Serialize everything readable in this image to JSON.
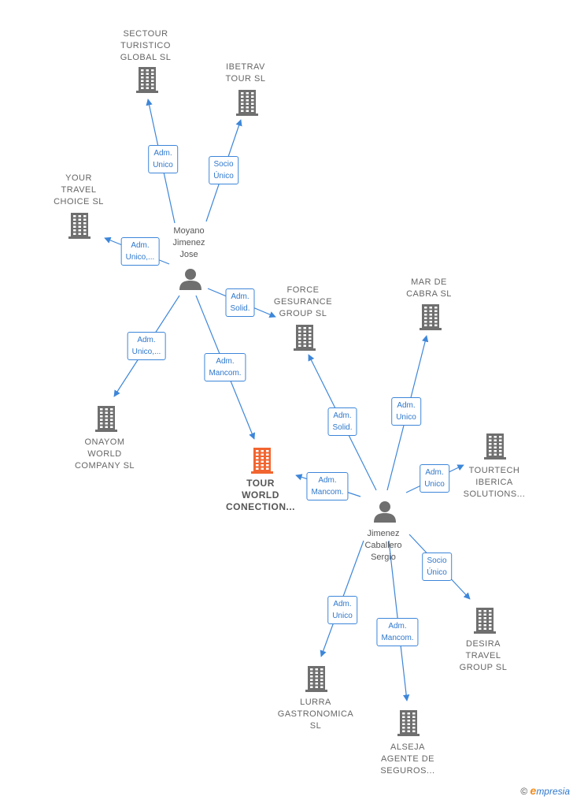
{
  "colors": {
    "edge": "#3d86d9",
    "building": "#6f6f6f",
    "focus_building": "#f26530",
    "person": "#6f6f6f"
  },
  "people": [
    {
      "id": "moyano",
      "name": "Moyano\nJimenez\nJose"
    },
    {
      "id": "jimenez",
      "name": "Jimenez\nCaballero\nSergio"
    }
  ],
  "companies": [
    {
      "id": "sectour",
      "name": "SECTOUR\nTURISTICO\nGLOBAL  SL"
    },
    {
      "id": "ibetrav",
      "name": "IBETRAV\nTOUR SL"
    },
    {
      "id": "yourtravel",
      "name": "YOUR\nTRAVEL\nCHOICE  SL"
    },
    {
      "id": "force",
      "name": "FORCE\nGESURANCE\nGROUP  SL"
    },
    {
      "id": "marcabra",
      "name": "MAR DE\nCABRA  SL"
    },
    {
      "id": "onayom",
      "name": "ONAYOM\nWORLD\nCOMPANY  SL"
    },
    {
      "id": "tourworld",
      "name": "TOUR\nWORLD\nCONECTION...",
      "focus": true
    },
    {
      "id": "tourtech",
      "name": "TOURTECH\nIBERICA\nSOLUTIONS..."
    },
    {
      "id": "desira",
      "name": "DESIRA\nTRAVEL\nGROUP  SL"
    },
    {
      "id": "lurra",
      "name": "LURRA\nGASTRONOMICA\nSL"
    },
    {
      "id": "alseja",
      "name": "ALSEJA\nAGENTE DE\nSEGUROS..."
    }
  ],
  "relations": [
    {
      "from": "moyano",
      "to": "sectour",
      "label": "Adm.\nUnico"
    },
    {
      "from": "moyano",
      "to": "ibetrav",
      "label": "Socio\nÚnico"
    },
    {
      "from": "moyano",
      "to": "yourtravel",
      "label": "Adm.\nUnico,..."
    },
    {
      "from": "moyano",
      "to": "force",
      "label": "Adm.\nSolid."
    },
    {
      "from": "moyano",
      "to": "onayom",
      "label": "Adm.\nUnico,..."
    },
    {
      "from": "moyano",
      "to": "tourworld",
      "label": "Adm.\nMancom."
    },
    {
      "from": "jimenez",
      "to": "force",
      "label": "Adm.\nSolid."
    },
    {
      "from": "jimenez",
      "to": "marcabra",
      "label": "Adm.\nUnico"
    },
    {
      "from": "jimenez",
      "to": "tourtech",
      "label": "Adm.\nUnico"
    },
    {
      "from": "jimenez",
      "to": "tourworld",
      "label": "Adm.\nMancom."
    },
    {
      "from": "jimenez",
      "to": "desira",
      "label": "Socio\nÚnico"
    },
    {
      "from": "jimenez",
      "to": "lurra",
      "label": "Adm.\nUnico"
    },
    {
      "from": "jimenez",
      "to": "alseja",
      "label": "Adm.\nMancom."
    }
  ],
  "footer": {
    "copyright": "©",
    "brand_initial": "e",
    "brand_rest": "mpresia"
  }
}
